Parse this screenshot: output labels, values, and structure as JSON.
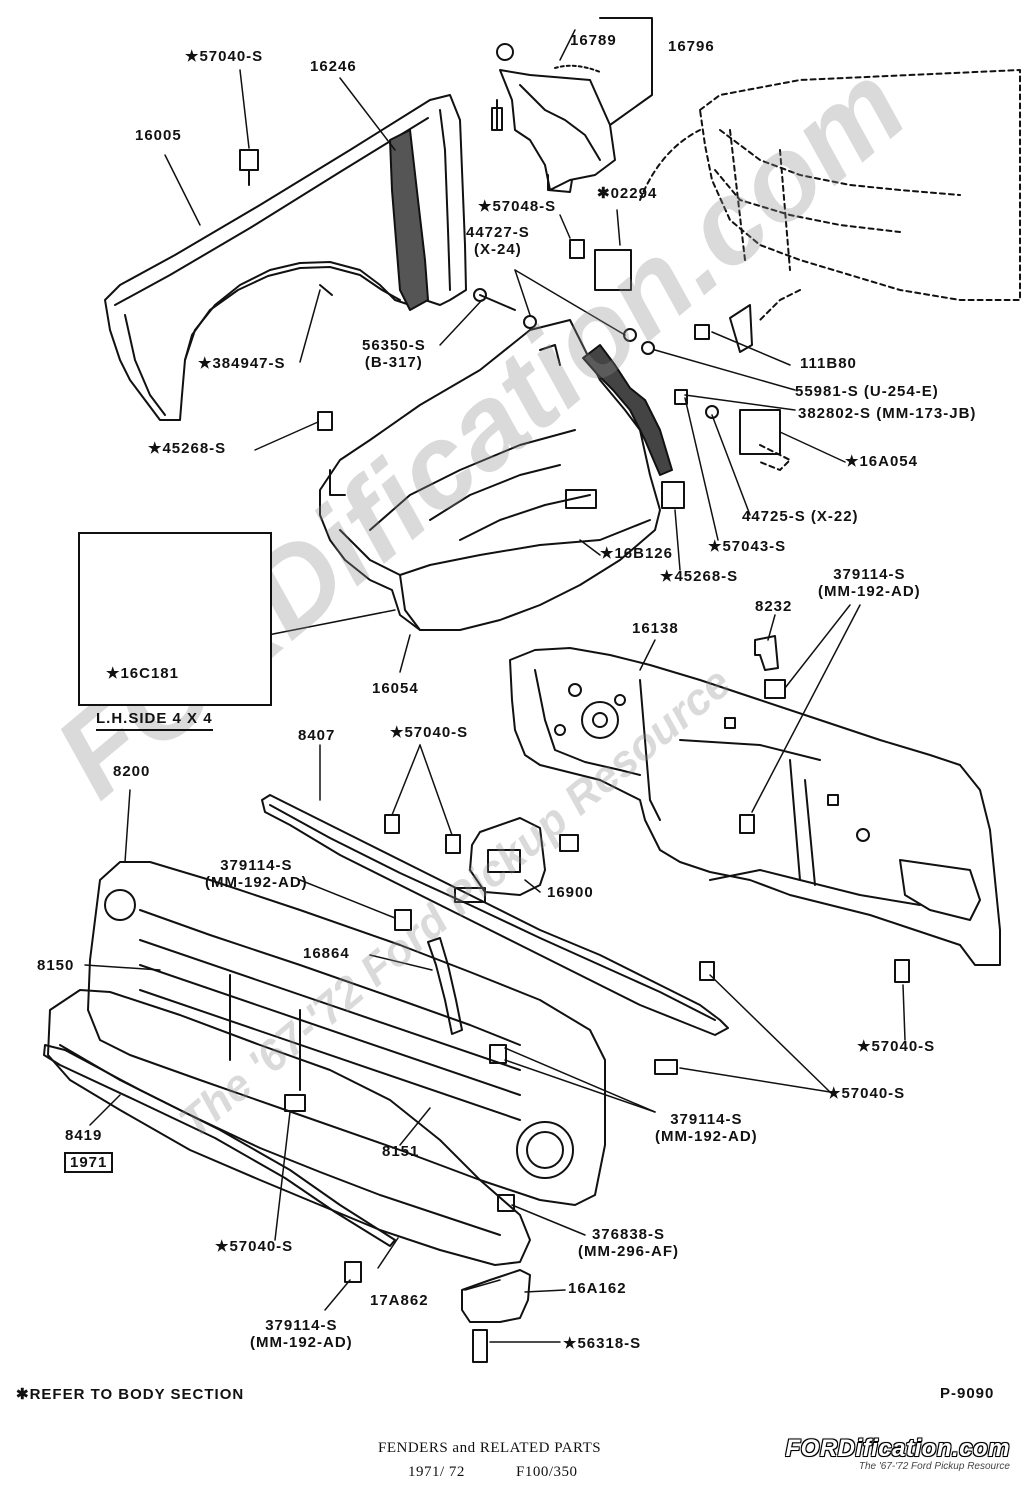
{
  "labels": {
    "p57040s_top": "★57040-S",
    "p16246": "16246",
    "p16789": "16789",
    "p16796": "16796",
    "p16005": "16005",
    "p57048s": "★57048-S",
    "p02294": "✱02294",
    "p44727s": "44727-S",
    "p44727s_code": "(X-24)",
    "p384947s": "★384947-S",
    "p56350s": "56350-S",
    "p56350s_code": "(B-317)",
    "p111b80": "111B80",
    "p55981s": "55981-S (U-254-E)",
    "p382802s": "382802-S (MM-173-JB)",
    "p45268s_left": "★45268-S",
    "p16a054": "★16A054",
    "p44725s": "44725-S (X-22)",
    "p57043s": "★57043-S",
    "p16b126": "★16B126",
    "p45268s_right": "★45268-S",
    "p16c181": "★16C181",
    "p16054": "16054",
    "p379114s_upper": "379114-S",
    "p379114s_upper_code": "(MM-192-AD)",
    "p8232": "8232",
    "p16138": "16138",
    "p8407": "8407",
    "p57040s_mid": "★57040-S",
    "p8200": "8200",
    "p379114s_left": "379114-S",
    "p379114s_left_code": "(MM-192-AD)",
    "p16900": "16900",
    "p16864": "16864",
    "p8150": "8150",
    "p57040s_right": "★57040-S",
    "p57040s_lower_right": "★57040-S",
    "p379114s_lower": "379114-S",
    "p379114s_lower_code": "(MM-192-AD)",
    "p8419": "8419",
    "p8151": "8151",
    "p57040s_bottom": "★57040-S",
    "p376838s": "376838-S",
    "p376838s_code": "(MM-296-AF)",
    "p16a162": "16A162",
    "p17a862": "17A862",
    "p379114s_bottom": "379114-S",
    "p379114s_bottom_code": "(MM-192-AD)",
    "p56318s": "★56318-S"
  },
  "inset": {
    "title": "L.H.SIDE 4 X 4"
  },
  "box_1971": "1971",
  "footnote": "✱REFER TO BODY SECTION",
  "page_code": "P-9090",
  "caption": {
    "line1": "FENDERS and RELATED PARTS",
    "line2_year": "1971/ 72",
    "line2_models": "F100/350"
  },
  "watermark": {
    "main": "FORDification.com",
    "sub": "The '67-'72 Ford Pickup Resource"
  },
  "brand": {
    "main": "FORDification.com",
    "sub": "The '67-'72 Ford Pickup Resource"
  }
}
